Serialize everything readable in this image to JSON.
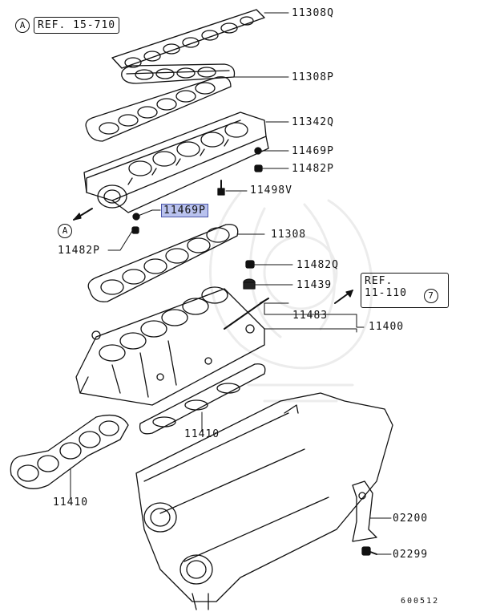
{
  "ref_a": {
    "circle": "A",
    "text": "REF. 15-710"
  },
  "ref_b": {
    "line1": "REF.",
    "line2": "11-110",
    "circle": "7"
  },
  "return_a": "A",
  "labels": {
    "p11308Q": "11308Q",
    "p11308P": "11308P",
    "p11342Q": "11342Q",
    "p11469P_right": "11469P",
    "p11482P_right": "11482P",
    "p11498V": "11498V",
    "p11469P_highlight": "11469P",
    "p11308": "11308",
    "p11482P_left": "11482P",
    "p11482Q": "11482Q",
    "p11439": "11439",
    "p11483": "11483",
    "p11400": "11400",
    "p11410_center": "11410",
    "p11410_left": "11410",
    "p02200": "02200",
    "p02299": "02299"
  },
  "diagram_number": "600512"
}
